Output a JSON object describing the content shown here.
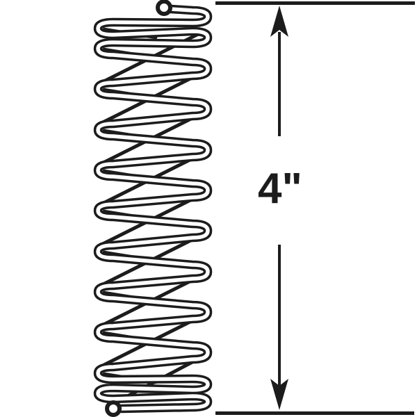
{
  "figure": {
    "type": "technical line drawing",
    "subject": "compression spring with overall height dimension",
    "dimension_label": "4\""
  },
  "colors": {
    "line": "#1c1c1c",
    "background": "#ffffff"
  }
}
